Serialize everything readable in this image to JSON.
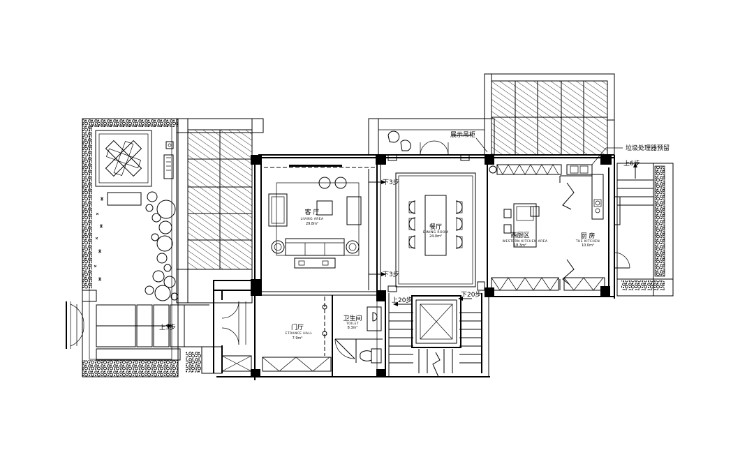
{
  "rooms": {
    "living": {
      "cn": "客 厅",
      "en": "LIVING AREA",
      "area": "29.8m²"
    },
    "dining": {
      "cn": "餐厅",
      "en": "DINING ROOM",
      "area": "24.0m²"
    },
    "western": {
      "cn": "西厨区",
      "en": "WESTERN KITCHEN AREA",
      "area": "18.3m²"
    },
    "kitchen": {
      "cn": "厨 房",
      "en": "THE KITCHEN",
      "area": "10.0m²"
    },
    "entrance": {
      "cn": "门厅",
      "en": "ETRANCE HALL",
      "area": "7.9m²"
    },
    "toilet": {
      "cn": "卫生间",
      "en": "TOILET",
      "area": "8.3m²"
    }
  },
  "labels": {
    "display_cabinet": "展示吊柜",
    "garbage_disposer": "垃圾处理器预留",
    "down3_upper": "下3步",
    "down3_lower": "下3步",
    "up3": "上3步",
    "up6": "上6步",
    "up20": "上20步",
    "down20": "下20步"
  }
}
